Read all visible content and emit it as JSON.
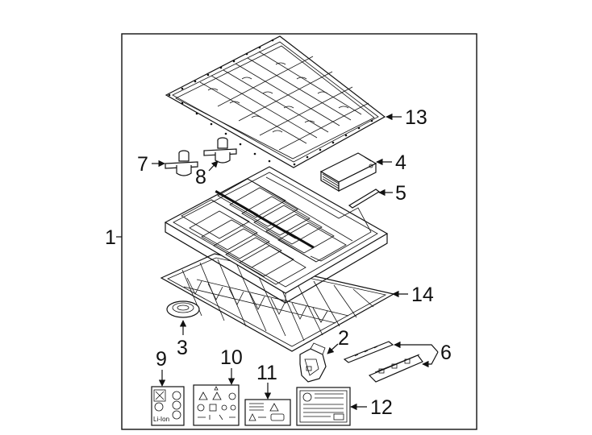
{
  "callouts": {
    "c1": "1",
    "c2": "2",
    "c3": "3",
    "c4": "4",
    "c5": "5",
    "c6": "6",
    "c7": "7",
    "c8": "8",
    "c9": "9",
    "c10": "10",
    "c11": "11",
    "c12": "12",
    "c13": "13",
    "c14": "14"
  },
  "labels": {
    "li_ion": "Li-Ion"
  }
}
